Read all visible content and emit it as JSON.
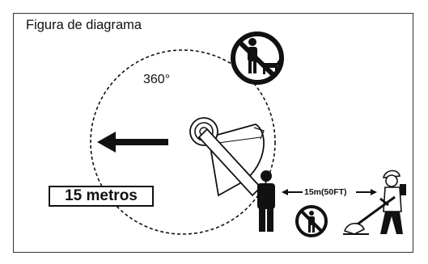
{
  "diagram": {
    "title": "Figura de diagrama",
    "angle_label": "360°",
    "distance_label": "15 metros",
    "safe_distance_label": "15m(50FT)"
  },
  "icons": [
    "no-people-and-pets-icon",
    "direction-arrow-icon",
    "trimmer-guard-icon",
    "bystander-person-icon",
    "no-people-icon",
    "operator-with-trimmer-icon"
  ],
  "colors": {
    "stroke": "#111111",
    "background": "#ffffff"
  }
}
